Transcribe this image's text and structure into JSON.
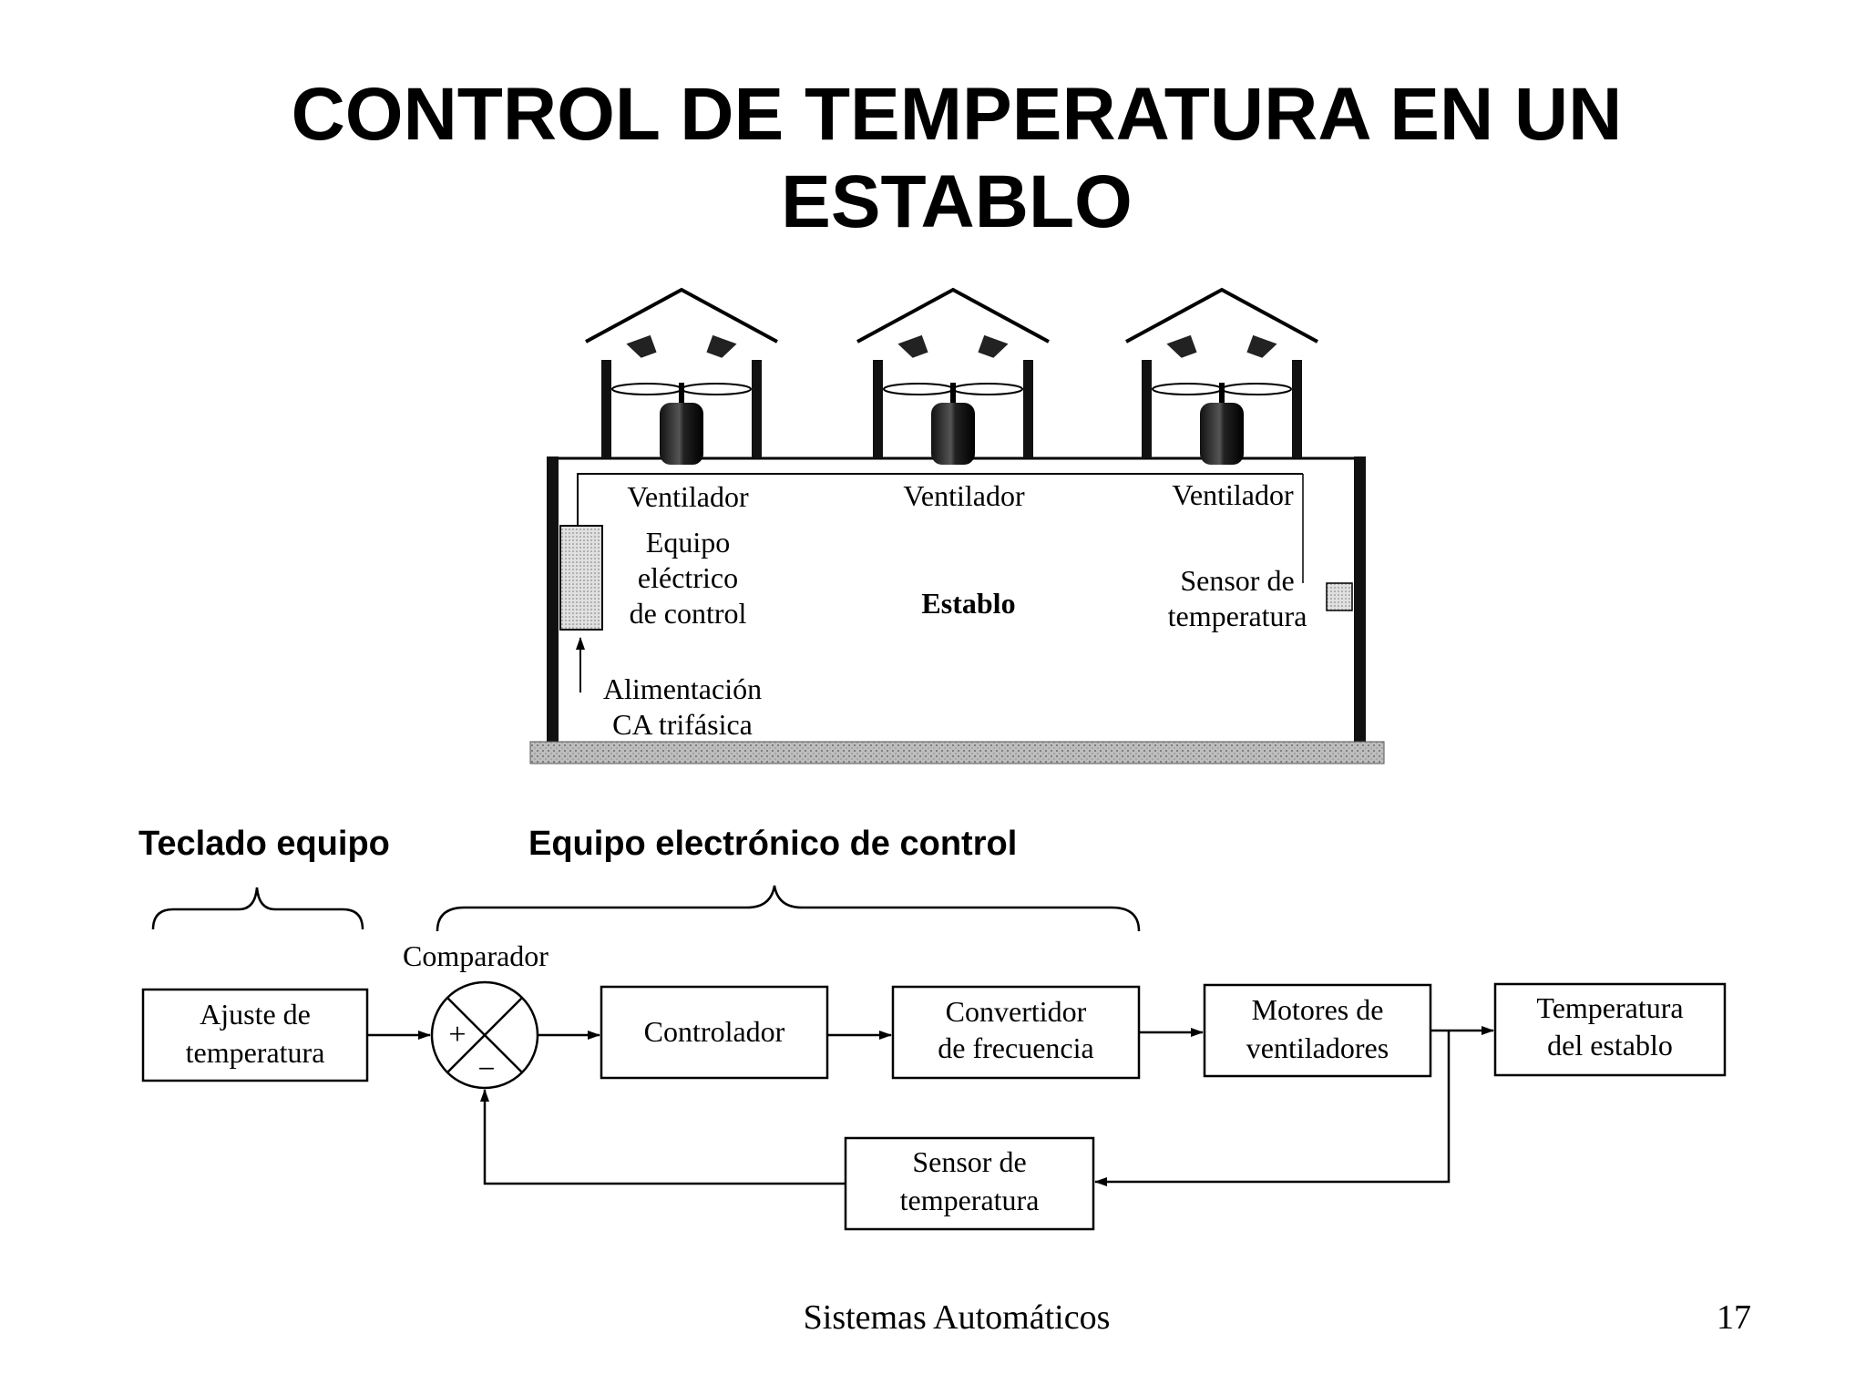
{
  "slide": {
    "title_line1": "CONTROL DE TEMPERATURA EN UN",
    "title_line2": "ESTABLO",
    "footer_text": "Sistemas Automáticos",
    "page_number": "17"
  },
  "stable_illustration": {
    "fan_labels": [
      "Ventilador",
      "Ventilador",
      "Ventilador"
    ],
    "control_label_lines": [
      "Equipo",
      "eléctrico",
      "de control"
    ],
    "center_label": "Establo",
    "sensor_label_lines": [
      "Sensor de",
      "temperatura"
    ],
    "power_label_lines": [
      "Alimentación",
      "CA trifásica"
    ]
  },
  "block_diagram": {
    "brace_left_label": "Teclado equipo",
    "brace_right_label": "Equipo electrónico de control",
    "comparator_label": "Comparador",
    "comparator_plus": "+",
    "comparator_minus": "−",
    "blocks": {
      "setpoint": [
        "Ajuste de",
        "temperatura"
      ],
      "controller": [
        "Controlador"
      ],
      "converter": [
        "Convertidor",
        "de frecuencia"
      ],
      "motors": [
        "Motores de",
        "ventiladores"
      ],
      "output": [
        "Temperatura",
        "del establo"
      ],
      "sensor": [
        "Sensor de",
        "temperatura"
      ]
    }
  }
}
